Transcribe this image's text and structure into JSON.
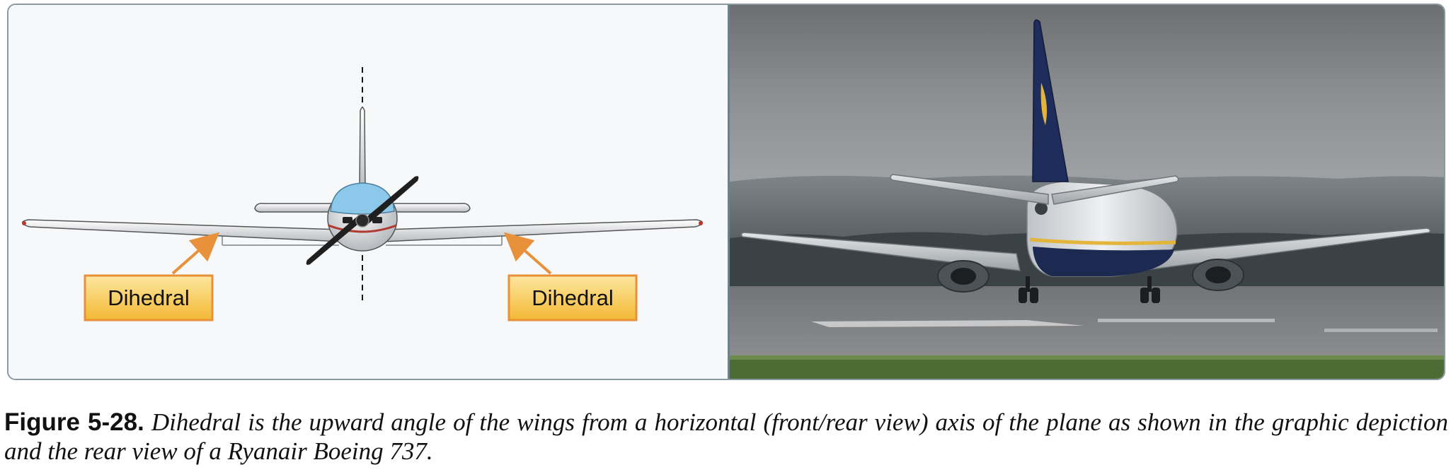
{
  "figure": {
    "left_panel": {
      "callouts": [
        {
          "label": "Dihedral"
        },
        {
          "label": "Dihedral"
        }
      ],
      "colors": {
        "callout_fill_top": "#fde7a0",
        "callout_fill_bottom": "#f3b834",
        "callout_border": "#e8913a",
        "arrow": "#e8913a",
        "canopy": "#8cc8ea",
        "background": "#f6f8fa"
      }
    },
    "right_panel": {
      "icon": "rear-view-airliner-photo"
    }
  },
  "caption": {
    "number": "Figure 5-28.",
    "text": "Dihedral is the upward angle of the wings from a horizontal (front/rear view) axis of the plane as shown in the graphic depiction and the rear view of a Ryanair Boeing 737."
  }
}
